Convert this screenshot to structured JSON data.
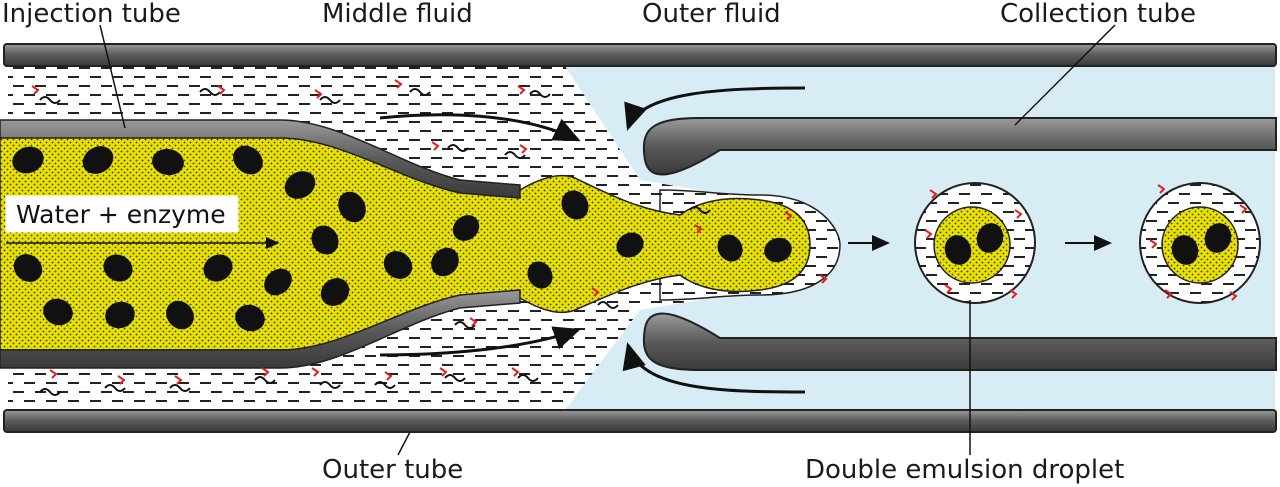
{
  "labels": {
    "injection_tube": "Injection tube",
    "middle_fluid": "Middle fluid",
    "outer_fluid": "Outer fluid",
    "collection_tube": "Collection tube",
    "water_enzyme": "Water + enzyme",
    "outer_tube": "Outer tube",
    "double_emulsion_droplet": "Double emulsion droplet"
  },
  "colors": {
    "inner_fluid": "#e8e000",
    "outer_fluid": "#d8ecf5",
    "tube_wall": "#5a5a5a",
    "middle_fluid_dash": "#222222",
    "enzyme_particle": "#111111",
    "polymer_red": "#e02020"
  }
}
